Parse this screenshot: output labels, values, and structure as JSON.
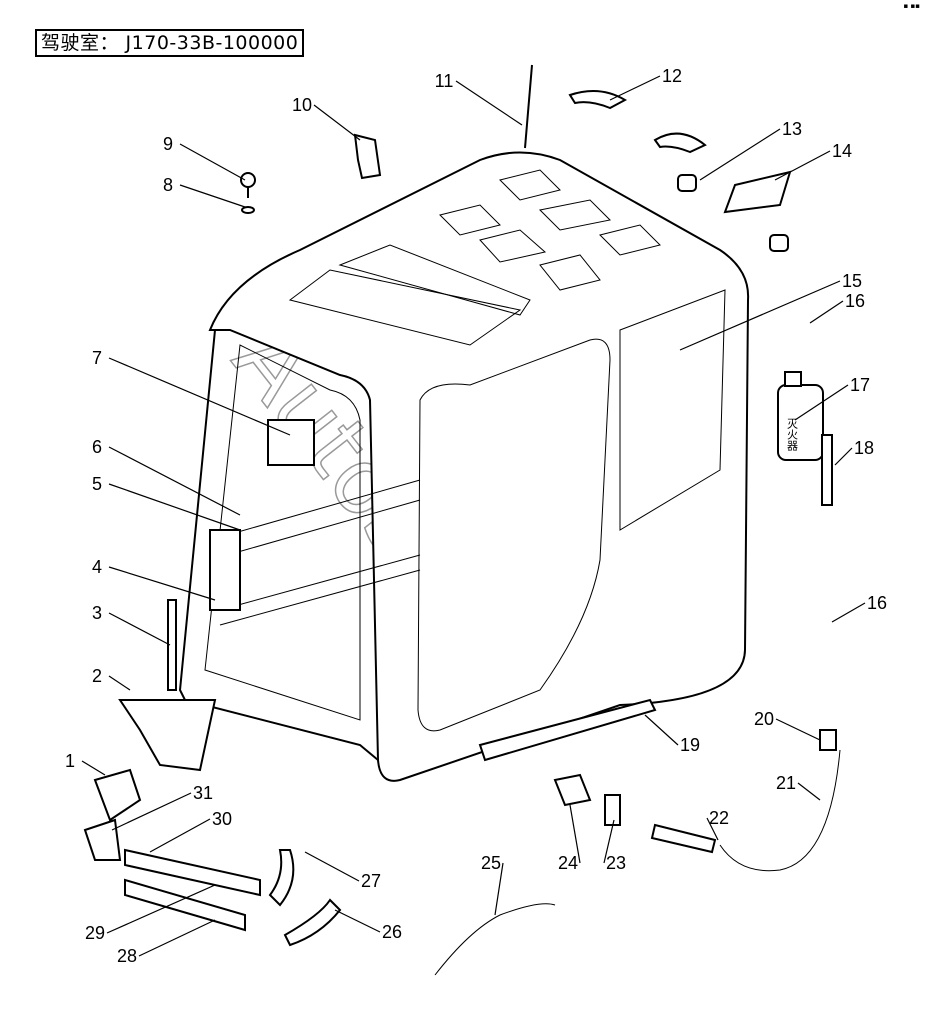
{
  "title": "驾驶室： J170-33B-100000",
  "watermark": "AutoSoft",
  "extinguisher_label": "灭火器",
  "callouts": [
    "1",
    "2",
    "3",
    "4",
    "5",
    "6",
    "7",
    "8",
    "9",
    "10",
    "11",
    "12",
    "13",
    "14",
    "15",
    "16",
    "17",
    "18",
    "16",
    "19",
    "20",
    "21",
    "22",
    "23",
    "24",
    "25",
    "26",
    "27",
    "28",
    "29",
    "30",
    "31"
  ]
}
